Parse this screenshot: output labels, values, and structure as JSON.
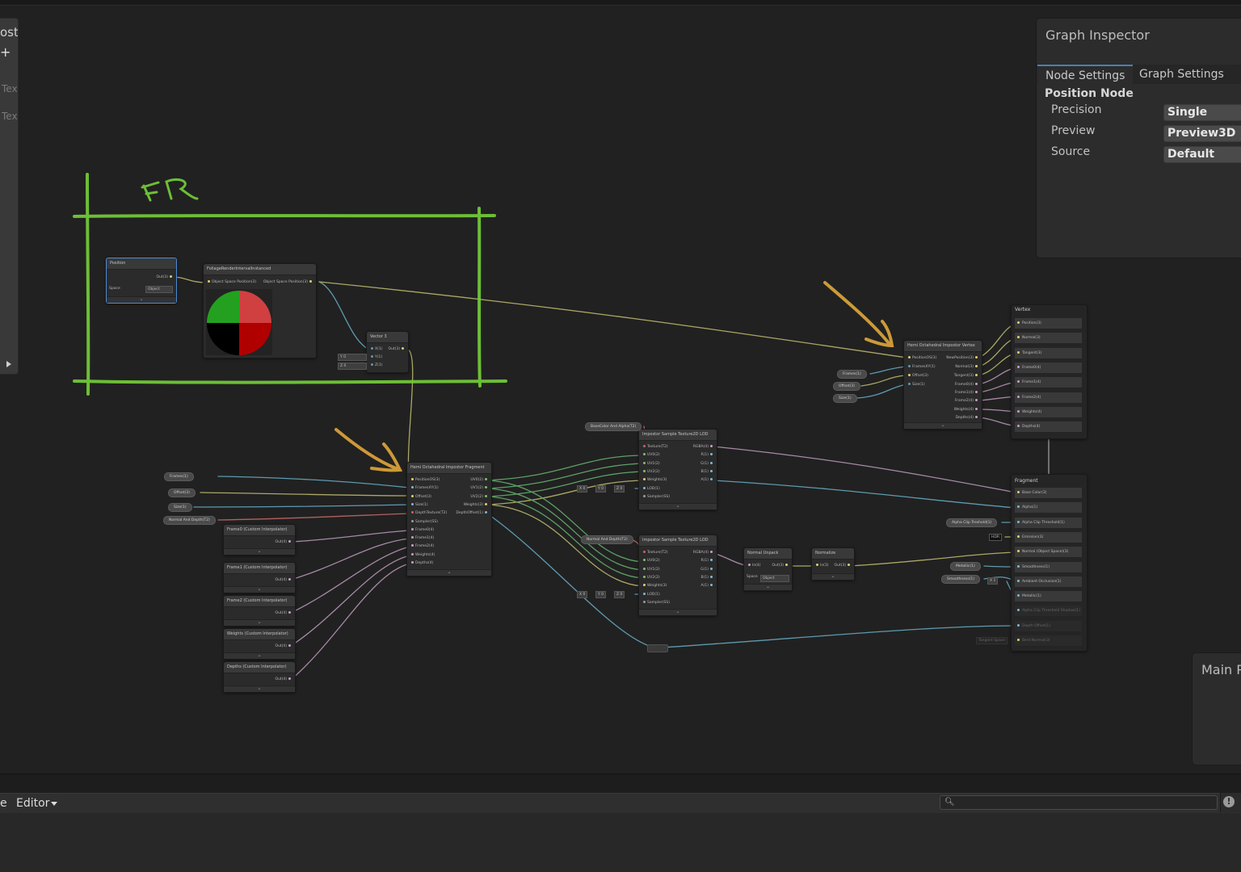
{
  "blackboard": {
    "title_fragment": "ost",
    "add_label": "+",
    "items": [
      "Tex",
      "Tex"
    ]
  },
  "annotation": {
    "group_label": "FR"
  },
  "nodes": {
    "position": {
      "title": "Position",
      "out": "Out(3)",
      "space_label": "Space",
      "space_value": "Object"
    },
    "foliage": {
      "title": "FoliageRenderIntervalInstanced",
      "in": "Object Space Position(3)",
      "out": "Object Space Position(3)"
    },
    "vector3": {
      "title": "Vector 3",
      "ports": [
        "X(1)",
        "Y(1)",
        "Z(1)"
      ],
      "out": "Out(3)",
      "inputs": [
        "Y 0",
        "Z 0"
      ]
    },
    "imp_vertex": {
      "title": "Hemi Octahedral Impostor Vertex",
      "inputs": [
        "PositionOS(3)",
        "FramesXY(1)",
        "Offset(3)",
        "Size(1)"
      ],
      "outputs": [
        "NewPosition(3)",
        "Normal(3)",
        "Tangent(3)",
        "Frame0(4)",
        "Frame1(4)",
        "Frame2(4)",
        "Weights(4)",
        "Depths(4)"
      ]
    },
    "imp_fragment": {
      "title": "Hemi Octahedral Impostor Fragment",
      "inputs": [
        "PositionOS(3)",
        "FramesXY(1)",
        "Offset(3)",
        "Size(1)",
        "DepthTexture(T2)",
        "Sampler(SS)",
        "Frame0(4)",
        "Frame1(4)",
        "Frame2(4)",
        "Weights(4)",
        "Depths(4)"
      ],
      "outputs": [
        "UV0(2)",
        "UV1(2)",
        "UV2(2)",
        "Weights(3)",
        "DepthOffset(1)"
      ]
    },
    "sample1": {
      "title": "Impostor Sample Texture2D LOD",
      "inputs": [
        "Texture(T2)",
        "UV0(2)",
        "UV1(2)",
        "UV2(2)",
        "Weights(3)",
        "LOD(1)",
        "Sampler(SS)"
      ],
      "outputs": [
        "RGBA(4)",
        "R(1)",
        "G(1)",
        "B(1)",
        "A(1)"
      ]
    },
    "sample2": {
      "title": "Impostor Sample Texture2D LOD",
      "inputs": [
        "Texture(T2)",
        "UV0(2)",
        "UV1(2)",
        "UV2(2)",
        "Weights(3)",
        "LOD(1)",
        "Sampler(SS)"
      ],
      "outputs": [
        "RGBA(4)",
        "R(1)",
        "G(1)",
        "B(1)",
        "A(1)"
      ]
    },
    "normal_unpack": {
      "title": "Normal Unpack",
      "in": "In(4)",
      "out": "Out(3)",
      "space_label": "Space",
      "space_value": "Object"
    },
    "normalize": {
      "title": "Normalize",
      "in": "In(3)",
      "out": "Out(3)"
    },
    "interp": [
      {
        "title": "Frame0 (Custom Interpolator)",
        "out": "Out(4)"
      },
      {
        "title": "Frame1 (Custom Interpolator)",
        "out": "Out(4)"
      },
      {
        "title": "Frame2 (Custom Interpolator)",
        "out": "Out(4)"
      },
      {
        "title": "Weights (Custom Interpolator)",
        "out": "Out(4)"
      },
      {
        "title": "Depths (Custom Interpolator)",
        "out": "Out(4)"
      }
    ]
  },
  "vertex_stack": {
    "title": "Vertex",
    "blocks": [
      "Position(3)",
      "Normal(3)",
      "Tangent(3)",
      "Frame0(4)",
      "Frame1(4)",
      "Frame2(4)",
      "Weights(4)",
      "Depths(4)"
    ]
  },
  "fragment_stack": {
    "title": "Fragment",
    "blocks": [
      "Base Color(3)",
      "Alpha(1)",
      "Alpha Clip Threshold(1)",
      "Emission(3)",
      "Normal (Object Space)(3)",
      "Smoothness(1)",
      "Ambient Occlusion(1)",
      "Metallic(1)",
      "Alpha Clip Threshold Shadow(1)",
      "Depth Offset(1)",
      "Bent Normal(3)"
    ]
  },
  "properties": {
    "vertex": [
      "Frames(1)",
      "Offset(3)",
      "Size(1)"
    ],
    "fragment": [
      "Frames(1)",
      "Offset(3)",
      "Size(1)",
      "Normal And Depth(T2)"
    ],
    "basecolor": "BaseColor And Alpha(T2)",
    "normal_depth": "Normal And Depth(T2)",
    "alpha_clip": "Alpha Clip Treshold(1)",
    "metallic": "Metallic(1)",
    "smoothness": "Smoothness(1)",
    "hdr": "HDR",
    "tangent_space": "Tangent Space",
    "x1": "X 1",
    "lod_inputs": [
      "X 0",
      "Y 0",
      "Z 0"
    ]
  },
  "inspector": {
    "title": "Graph Inspector",
    "tabs": [
      "Node Settings",
      "Graph Settings"
    ],
    "section": "Position Node",
    "fields": [
      {
        "label": "Precision",
        "value": "Single"
      },
      {
        "label": "Preview",
        "value": "Preview3D"
      },
      {
        "label": "Source",
        "value": "Default"
      }
    ]
  },
  "main_preview": {
    "title": "Main P"
  },
  "console": {
    "left_fragment": "e",
    "editor_label": "Editor",
    "search_placeholder": ""
  },
  "colors": {
    "wire_yellow": "#aaa866",
    "wire_blue": "#5e9ab0",
    "wire_pink": "#a78aa6",
    "wire_red": "#b56060",
    "annotation_green": "#76cf3a",
    "annotation_orange": "#e0a73a",
    "accent_blue": "#4c7fb6"
  }
}
